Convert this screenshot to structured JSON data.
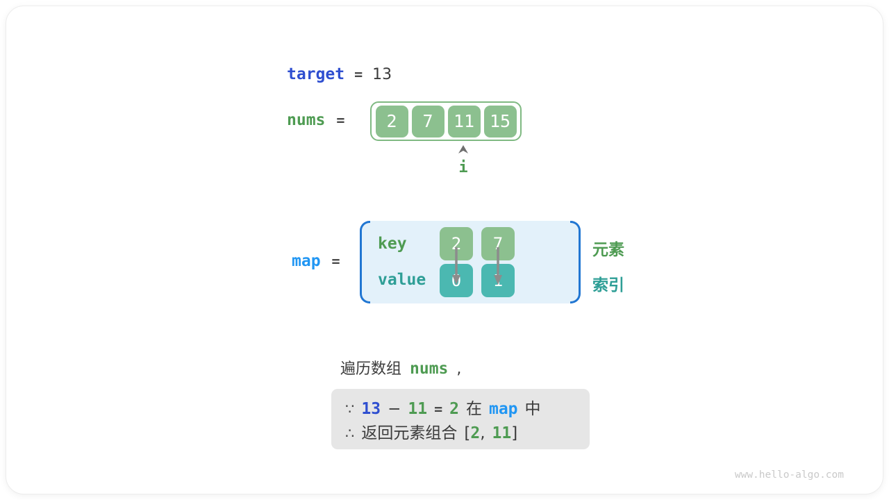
{
  "target_line": {
    "keyword": "target",
    "equals": "=",
    "value": "13"
  },
  "nums_line": {
    "keyword": "nums",
    "equals": "=",
    "cells": [
      "2",
      "7",
      "11",
      "15"
    ],
    "pointer": {
      "index_label": "i",
      "points_to_cell": "11"
    }
  },
  "map_line": {
    "keyword": "map",
    "equals": "=",
    "key_row_label": "key",
    "value_row_label": "value",
    "entries": [
      {
        "key": "2",
        "value": "0"
      },
      {
        "key": "7",
        "value": "1"
      }
    ],
    "key_row_annotation": "元素",
    "value_row_annotation": "索引"
  },
  "caption": {
    "text_before": "遍历数组",
    "code": "nums",
    "comma": ","
  },
  "conclusion": {
    "line1": {
      "because_symbol": "∵",
      "target_value": "13",
      "minus_sign": "−",
      "current_value": "11",
      "equals_sign": "=",
      "difference_value": "2",
      "in_word": "在",
      "map_keyword": "map",
      "in_suffix": "中"
    },
    "line2": {
      "therefore_symbol": "∴",
      "return_text": "返回元素组合",
      "open_bracket": "[",
      "first_value": "2",
      "comma": ",",
      "second_value": "11",
      "close_bracket": "]"
    }
  },
  "watermark": "www.hello-algo.com",
  "colors": {
    "keyword_blue": "#2F4FD0",
    "map_blue": "#2196F3",
    "code_green": "#4E9B52",
    "cell_green_fill": "#8CC08F",
    "array_border_green": "#7FB982",
    "value_teal_fill": "#4BB8B1",
    "teal_text": "#2E9E96",
    "map_container_fill": "#E3F1FA",
    "bracket_blue": "#2176D2",
    "dark_text": "#3B3B3B",
    "arrow_gray": "#8C8C8C",
    "conclusion_box_gray": "#E6E6E6"
  }
}
